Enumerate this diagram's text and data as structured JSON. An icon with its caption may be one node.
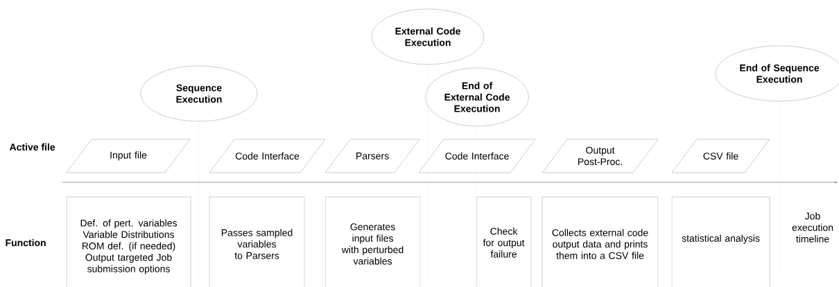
{
  "diagram": {
    "nodes": [
      {
        "text": [
          "Sequence Execution"
        ]
      },
      {
        "text": [
          "External Code Execution"
        ]
      },
      {
        "text": [
          "End of External Code Execution"
        ]
      },
      {
        "text": [
          "End of Sequence Execution"
        ]
      },
      {
        "text": [
          "Input file"
        ]
      },
      {
        "text": [
          "Code Interface"
        ]
      },
      {
        "text": [
          "Parsers"
        ]
      },
      {
        "text": [
          "Code Interface"
        ]
      },
      {
        "text": [
          "Output Post-Proc."
        ]
      },
      {
        "text": [
          "CSV file"
        ]
      },
      {
        "text": [
          "Def. of pert. variables Variable Distributions ROM def. (if needed) Output targeted Job submission options"
        ]
      },
      {
        "text": [
          "Passes sampled variables to Parsers"
        ]
      },
      {
        "text": [
          "Generates input files with perturbed variables"
        ]
      },
      {
        "text": [
          "Check for output failure"
        ]
      },
      {
        "text": [
          "Collects external code output data and prints them into a CSV file"
        ]
      },
      {
        "text": [
          "statistical analysis"
        ]
      }
    ],
    "edges": [
      {
        "from": 0,
        "to": 10,
        "arrow": "none",
        "style": "dashed"
      },
      {
        "from": 1,
        "to": 12,
        "arrow": "none",
        "style": "dashed"
      },
      {
        "from": 2,
        "to": 7,
        "arrow": "none",
        "style": "dashed"
      },
      {
        "from": 7,
        "to": 13,
        "arrow": "none",
        "style": "dashed"
      },
      {
        "from": 3,
        "to": 15,
        "arrow": "none",
        "style": "dashed"
      }
    ],
    "labels": [
      "Active file",
      "Function",
      "Job execution timeline"
    ]
  }
}
